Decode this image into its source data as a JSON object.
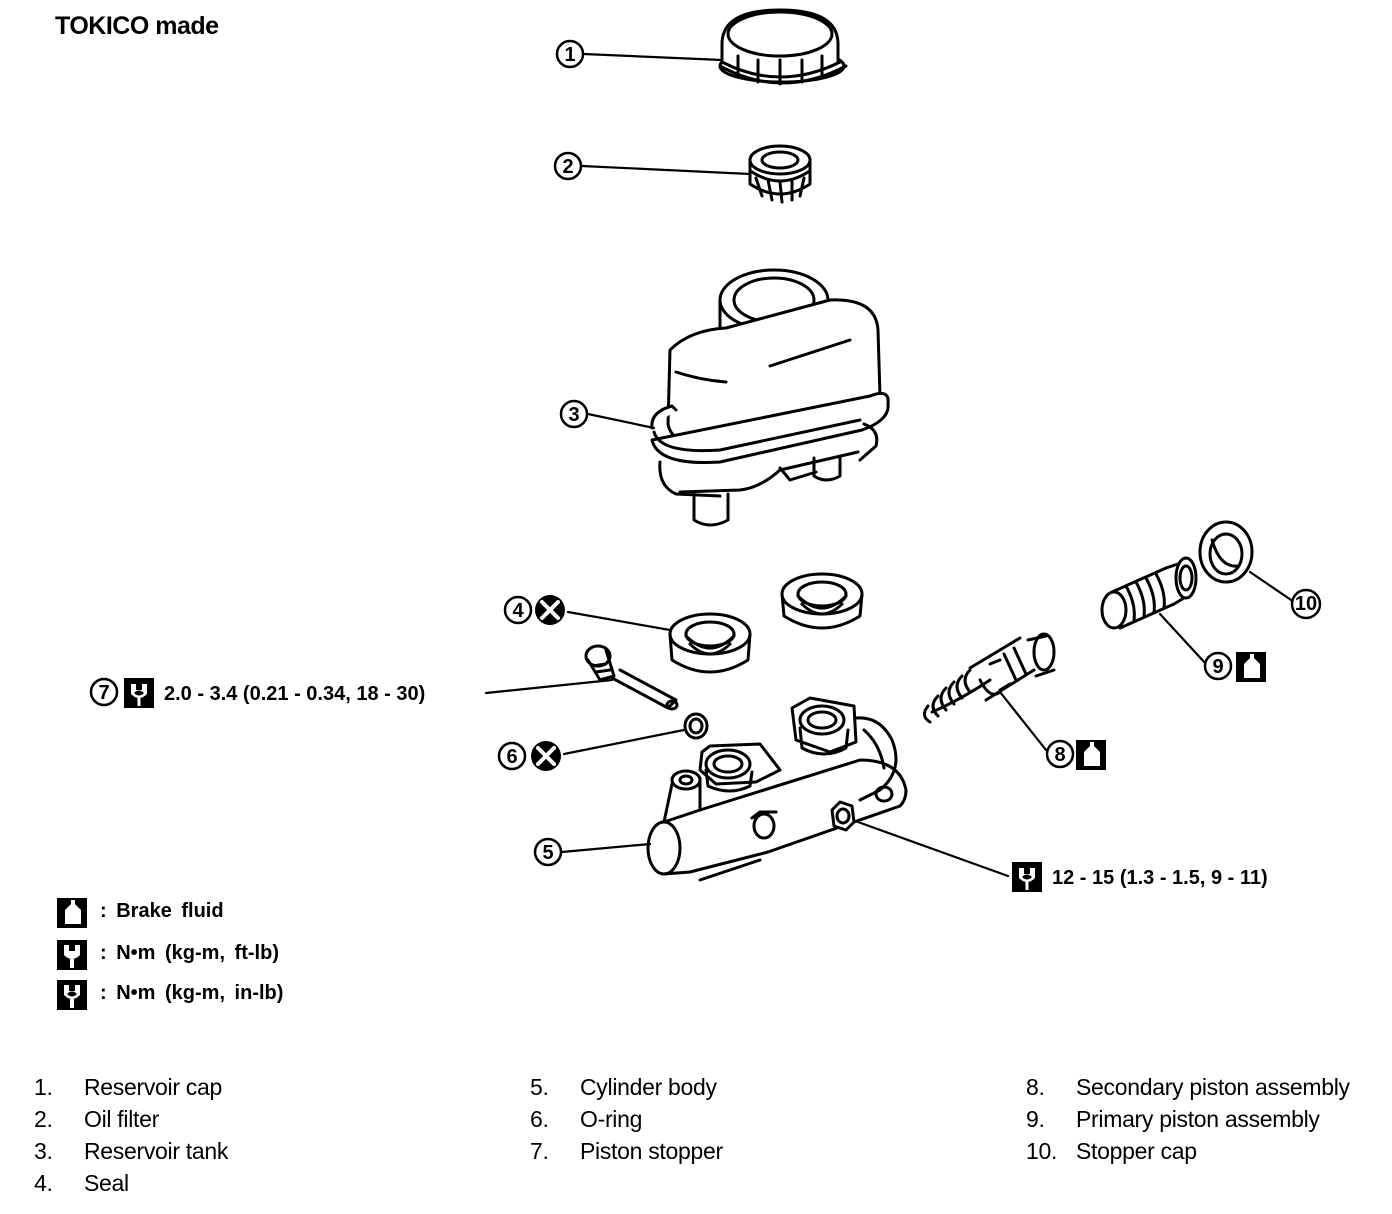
{
  "title": "TOKICO made",
  "callouts": {
    "c1": "1",
    "c2": "2",
    "c3": "3",
    "c4": "4",
    "c5": "5",
    "c6": "6",
    "c7": "7",
    "c8": "8",
    "c9": "9",
    "c10": "10"
  },
  "torque": {
    "piston_stopper": "2.0 - 3.4 (0.21 - 0.34, 18 - 30)",
    "nut": "12 - 15 (1.3 - 1.5, 9 - 11)"
  },
  "legend": {
    "brake_fluid": ": Brake fluid",
    "nm_ftlb": ": N•m (kg-m, ft-lb)",
    "nm_inlb": ": N•m (kg-m, in-lb)"
  },
  "parts": [
    {
      "num": "1.",
      "name": "Reservoir cap"
    },
    {
      "num": "2.",
      "name": "Oil filter"
    },
    {
      "num": "3.",
      "name": "Reservoir tank"
    },
    {
      "num": "4.",
      "name": "Seal"
    },
    {
      "num": "5.",
      "name": "Cylinder body"
    },
    {
      "num": "6.",
      "name": "O-ring"
    },
    {
      "num": "7.",
      "name": "Piston stopper"
    },
    {
      "num": "8.",
      "name": "Secondary piston assembly"
    },
    {
      "num": "9.",
      "name": "Primary piston assembly"
    },
    {
      "num": "10.",
      "name": "Stopper cap"
    }
  ]
}
